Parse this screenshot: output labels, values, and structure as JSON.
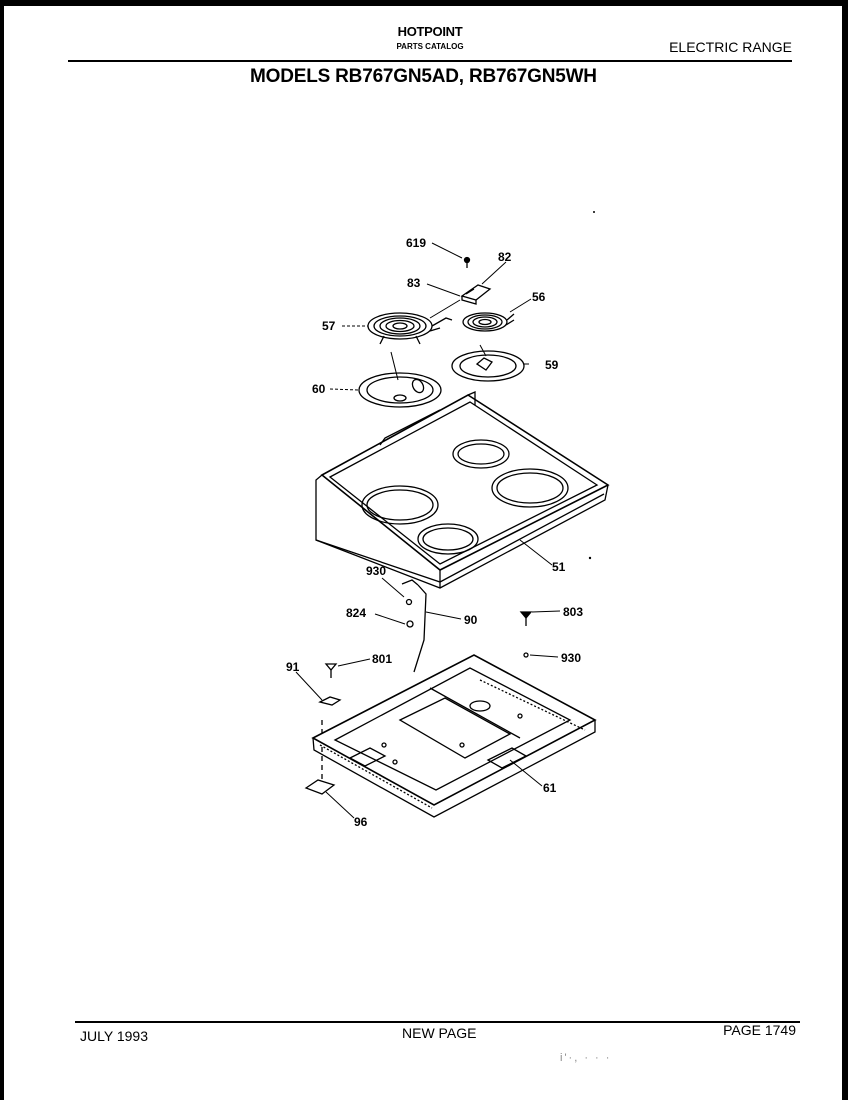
{
  "header": {
    "brand": "HOTPOINT",
    "catalog": "PARTS CATALOG",
    "category": "ELECTRIC RANGE",
    "title": "MODELS RB767GN5AD, RB767GN5WH"
  },
  "footer": {
    "date": "JULY 1993",
    "center": "NEW PAGE",
    "page": "PAGE 1749",
    "stamp": "i'·, · · ·"
  },
  "diagram": {
    "callouts": {
      "p619": "619",
      "p82": "82",
      "p83": "83",
      "p56": "56",
      "p57": "57",
      "p59": "59",
      "p60": "60",
      "p51": "51",
      "p930a": "930",
      "p824": "824",
      "p90": "90",
      "p803": "803",
      "p930b": "930",
      "p91": "91",
      "p801": "801",
      "p61": "61",
      "p96": "96"
    }
  }
}
